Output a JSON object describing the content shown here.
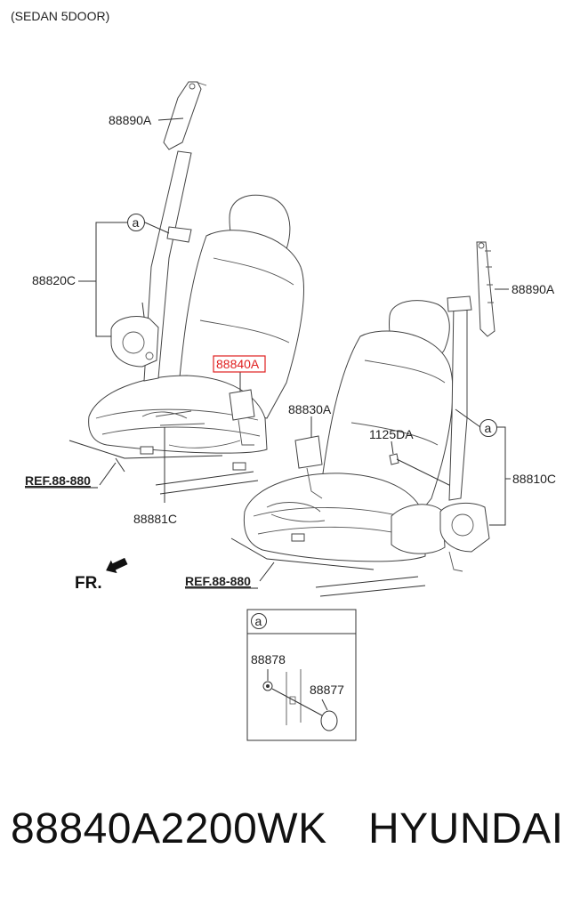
{
  "header": {
    "variant": "(SEDAN 5DOOR)"
  },
  "callouts": {
    "upper_anchor_left": "88890A",
    "retractor_left": "88820C",
    "buckle_highlighted": "88840A",
    "buckle_right": "88830A",
    "bolt": "1125DA",
    "retractor_right": "88810C",
    "upper_anchor_right": "88890A",
    "harness": "88881C",
    "ref_left": "REF.88-880",
    "ref_right": "REF.88-880",
    "front_indicator": "FR.",
    "detail_marker": "a"
  },
  "detail": {
    "marker": "a",
    "part_1": "88878",
    "part_2": "88877"
  },
  "footer": {
    "part_number": "88840A2200WK",
    "brand": "HYUNDAI"
  },
  "colors": {
    "highlight": "#e02020",
    "line": "#333333"
  }
}
